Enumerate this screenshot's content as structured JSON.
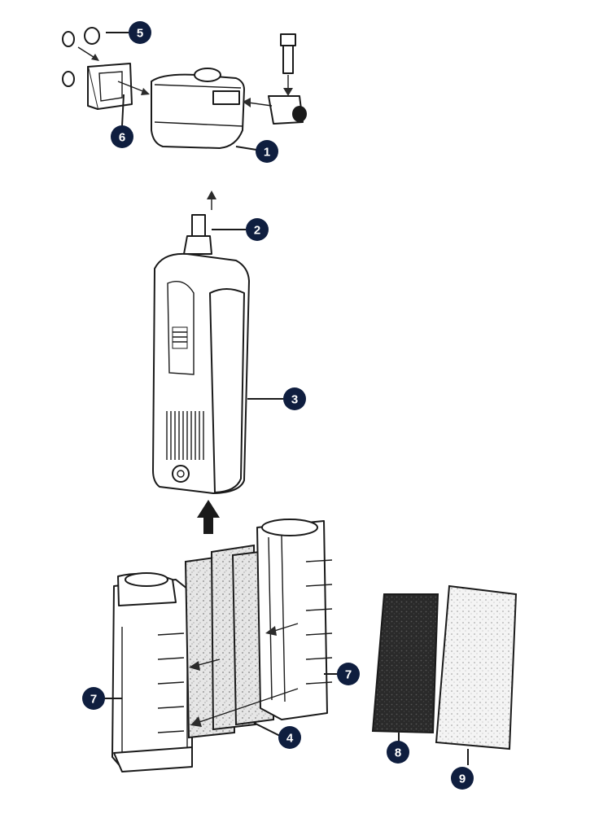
{
  "diagram": {
    "callouts": [
      {
        "id": "1",
        "label": "1"
      },
      {
        "id": "2",
        "label": "2"
      },
      {
        "id": "3",
        "label": "3"
      },
      {
        "id": "4",
        "label": "4"
      },
      {
        "id": "5",
        "label": "5"
      },
      {
        "id": "6",
        "label": "6"
      },
      {
        "id": "7a",
        "label": "7"
      },
      {
        "id": "7b",
        "label": "7"
      },
      {
        "id": "8",
        "label": "8"
      },
      {
        "id": "9",
        "label": "9"
      }
    ],
    "colors": {
      "badge": "#0f1e3f",
      "badge_text": "#ffffff",
      "line": "#1a1a1a",
      "carbon_pad": "#2e2e2e",
      "sponge": "#d9d9d9",
      "background": "#ffffff"
    }
  }
}
